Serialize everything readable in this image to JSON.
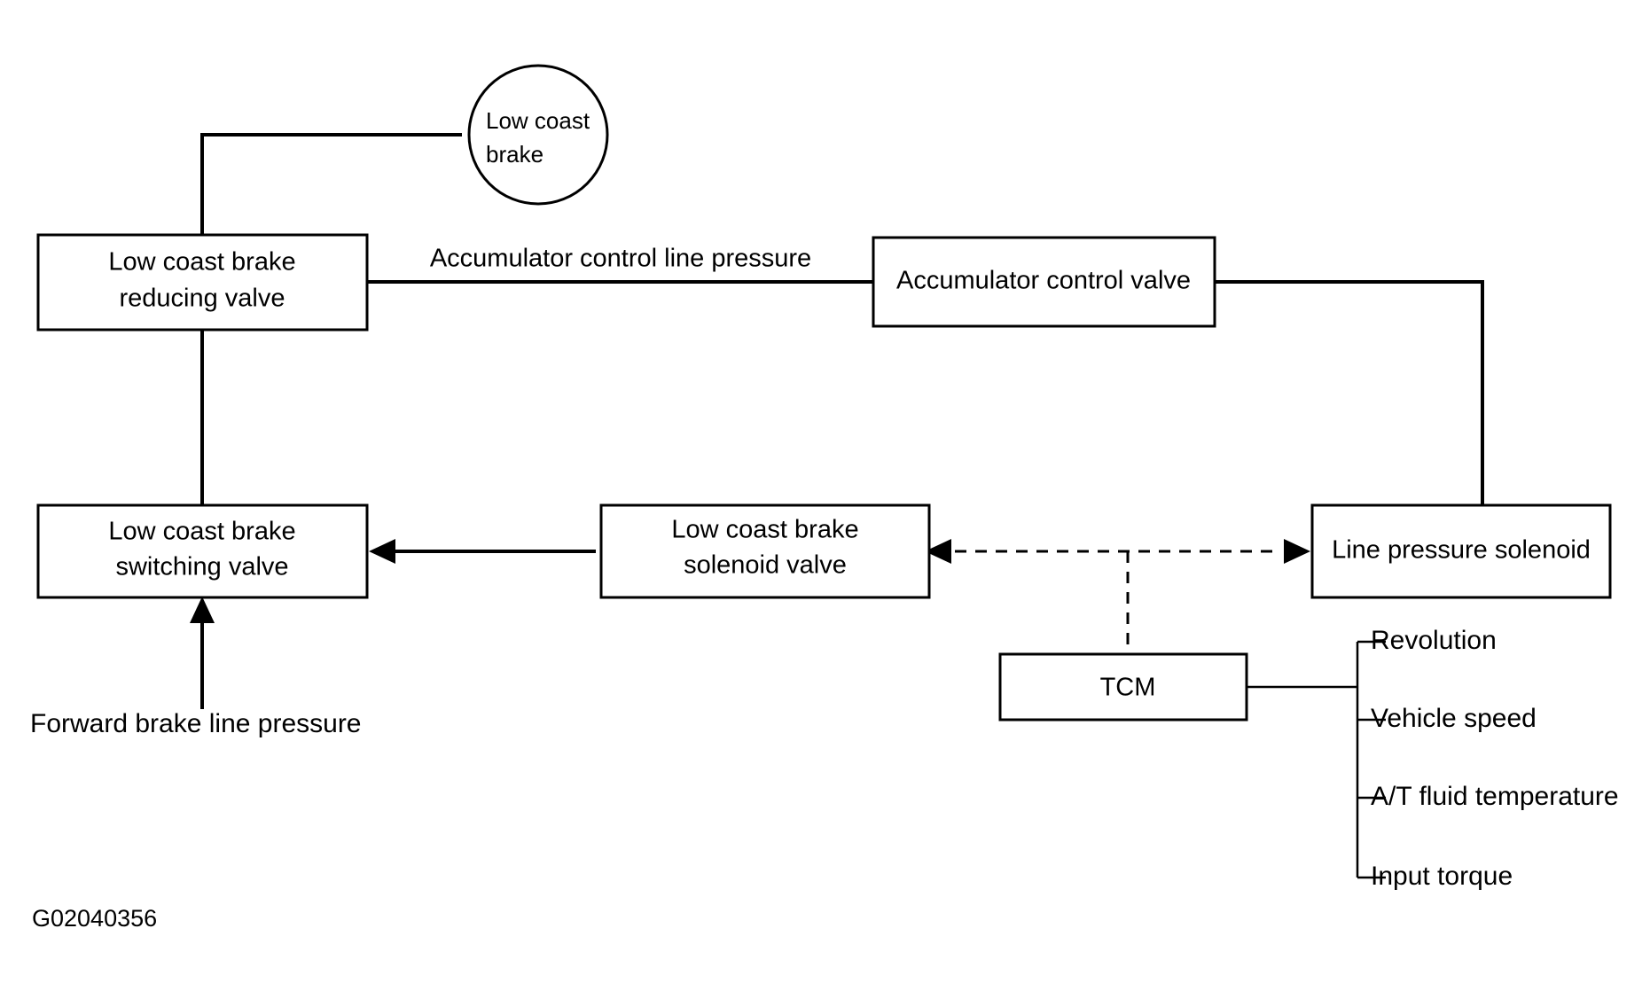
{
  "figure": {
    "id_label": "G02040356",
    "title": "Low coast brake hydraulic / electronic control diagram",
    "colors": {
      "stroke": "#000000",
      "background": "#ffffff",
      "box_fill": "#ffffff"
    }
  },
  "nodes": {
    "low_coast_brake_circle": {
      "line1": "Low coast",
      "line2": "brake"
    },
    "reducing_valve": {
      "line1": "Low coast brake",
      "line2": "reducing valve"
    },
    "accumulator_control_valve": {
      "line1": "Accumulator control valve"
    },
    "switching_valve": {
      "line1": "Low coast brake",
      "line2": "switching valve"
    },
    "solenoid_valve": {
      "line1": "Low coast brake",
      "line2": "solenoid valve"
    },
    "line_pressure_solenoid": {
      "line1": "Line pressure solenoid"
    },
    "tcm": {
      "line1": "TCM"
    }
  },
  "flow_labels": {
    "accumulator_control_line_pressure": "Accumulator control line pressure",
    "forward_brake_line_pressure": "Forward brake line pressure"
  },
  "tcm_inputs": [
    {
      "label": "Revolution"
    },
    {
      "label": "Vehicle speed"
    },
    {
      "label": "A/T fluid temperature"
    },
    {
      "label": "Input torque"
    }
  ]
}
